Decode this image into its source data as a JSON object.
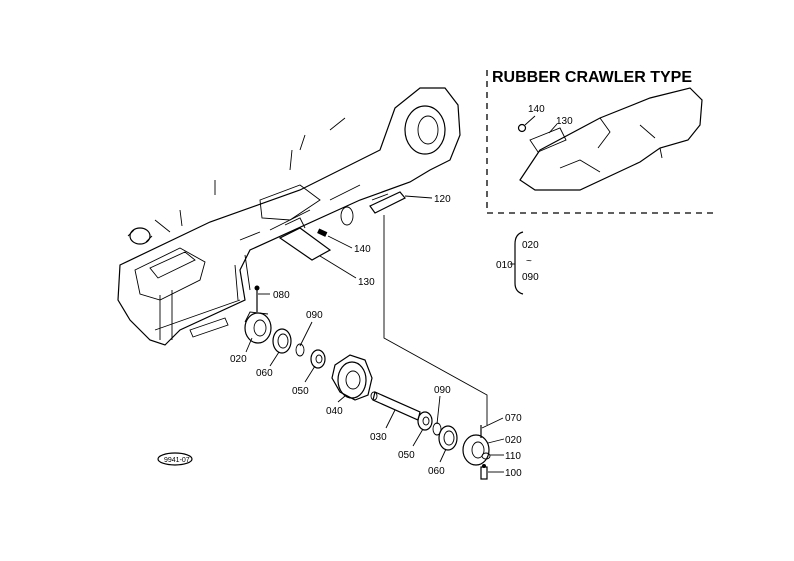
{
  "inset": {
    "title": "RUBBER CRAWLER TYPE",
    "labels": [
      "140",
      "130"
    ]
  },
  "callouts": {
    "p120": "120",
    "p140": "140",
    "p130": "130",
    "p080": "080",
    "p090a": "090",
    "p020a": "020",
    "p060a": "060",
    "p050a": "050",
    "p040": "040",
    "p030": "030",
    "p050b": "050",
    "p060b": "060",
    "p090b": "090",
    "p070": "070",
    "p020b": "020",
    "p110": "110",
    "p100": "100"
  },
  "range_note": {
    "base": "010",
    "from": "020",
    "tilde": "~",
    "to": "090"
  },
  "stamp": "9941-07"
}
